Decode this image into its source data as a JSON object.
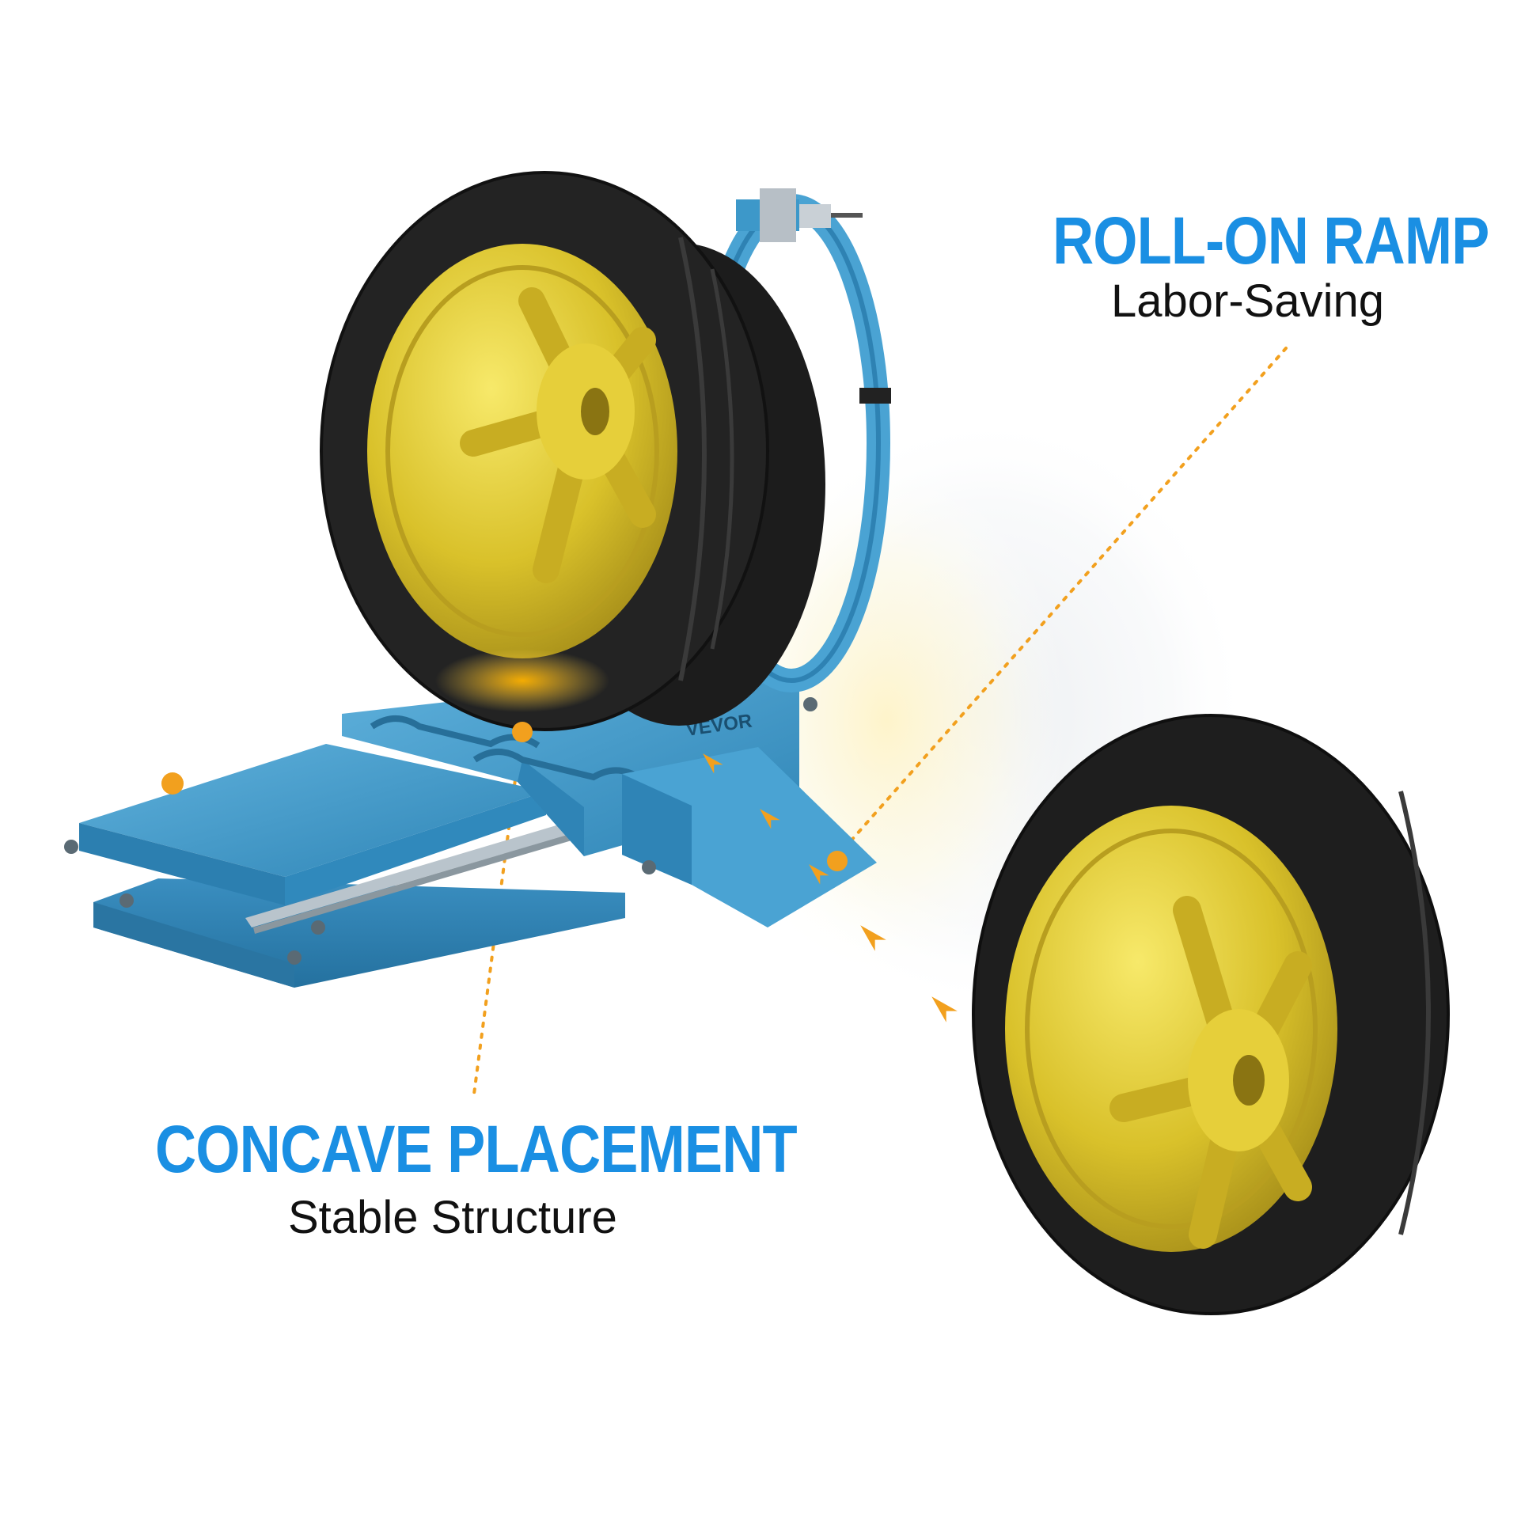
{
  "colors": {
    "accent": "#1a8fe3",
    "callout": "#f2a01e",
    "machine_blue": "#3d98c9",
    "tire_black": "#1c1c1c",
    "rim_gold": "#d9c12a"
  },
  "brand_mark": "VEVOR",
  "features": [
    {
      "title": "ROLL-ON RAMP",
      "subtitle": "Labor-Saving"
    },
    {
      "title": "CONCAVE PLACEMENT",
      "subtitle": "Stable Structure"
    }
  ],
  "icons": [
    "callout-dot",
    "direction-arrow",
    "tire",
    "wheel-rim"
  ]
}
